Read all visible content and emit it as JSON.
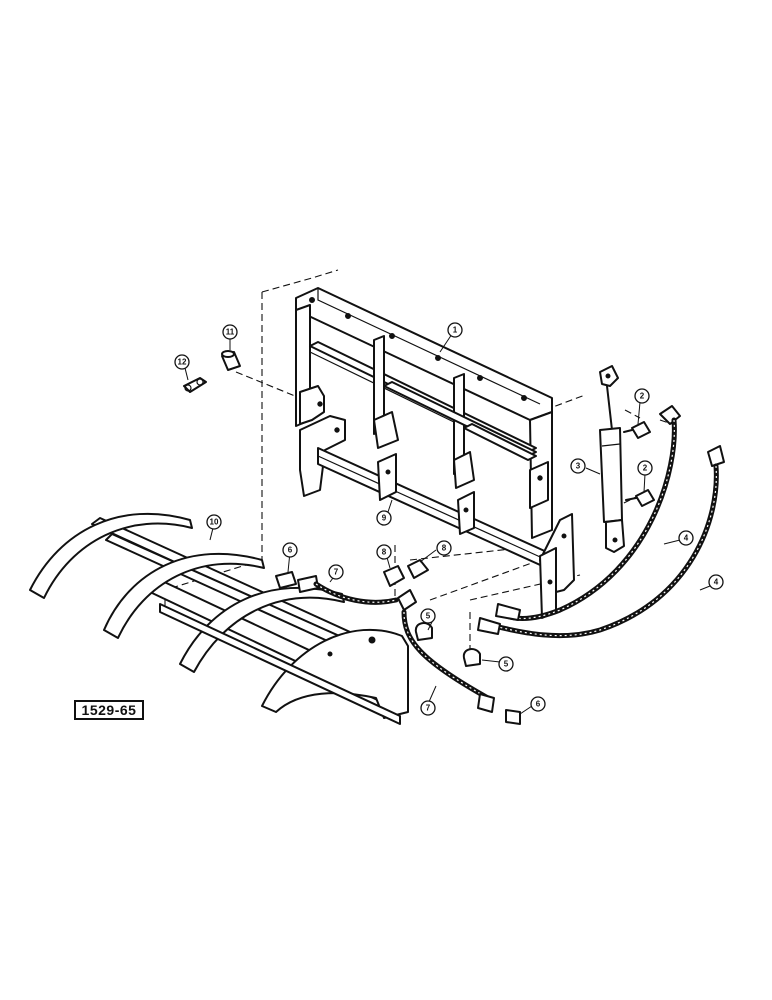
{
  "figure": {
    "reference_number": "1529-65"
  },
  "callouts": [
    {
      "id": "1",
      "label": "1"
    },
    {
      "id": "2a",
      "label": "2"
    },
    {
      "id": "2b",
      "label": "2"
    },
    {
      "id": "3",
      "label": "3"
    },
    {
      "id": "4a",
      "label": "4"
    },
    {
      "id": "4b",
      "label": "4"
    },
    {
      "id": "5a",
      "label": "5"
    },
    {
      "id": "5b",
      "label": "5"
    },
    {
      "id": "6a",
      "label": "6"
    },
    {
      "id": "6b",
      "label": "6"
    },
    {
      "id": "7a",
      "label": "7"
    },
    {
      "id": "7b",
      "label": "7"
    },
    {
      "id": "8a",
      "label": "8"
    },
    {
      "id": "8b",
      "label": "8"
    },
    {
      "id": "9",
      "label": "9"
    },
    {
      "id": "10",
      "label": "10"
    },
    {
      "id": "11",
      "label": "11"
    },
    {
      "id": "12",
      "label": "12"
    }
  ]
}
